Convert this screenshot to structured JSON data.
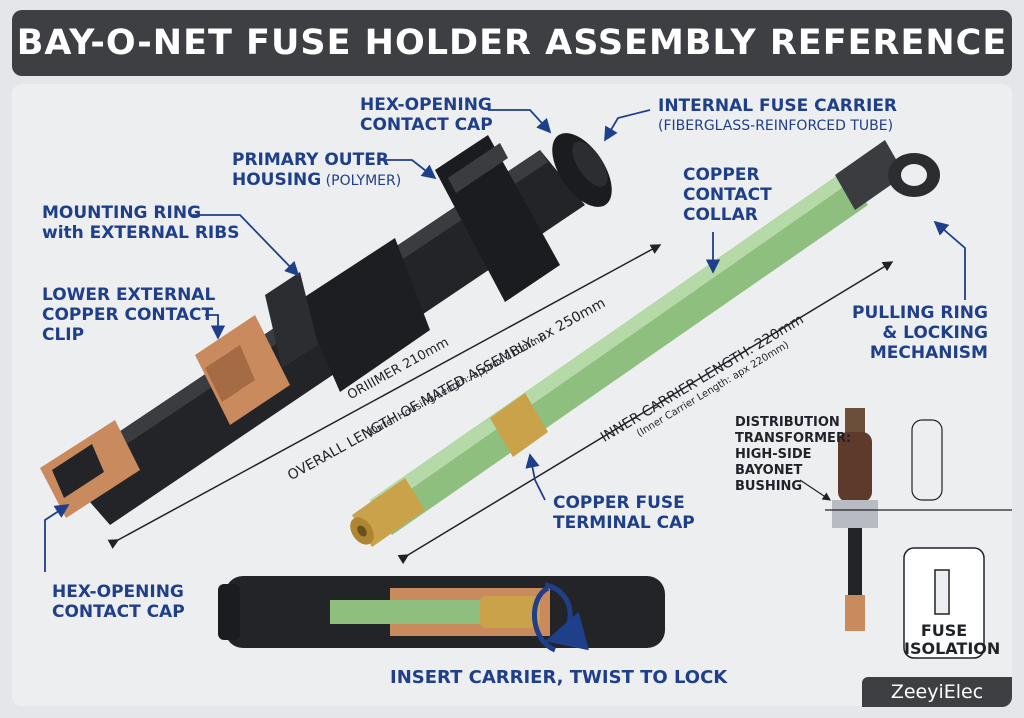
{
  "title": "BAY-O-NET FUSE HOLDER ASSEMBLY REFERENCE",
  "labels": {
    "hex_cap_top": [
      "HEX-OPENING",
      "CONTACT CAP"
    ],
    "fuse_carrier": [
      "INTERNAL FUSE CARRIER"
    ],
    "fuse_carrier_sub": "(FIBERGLASS-REINFORCED TUBE)",
    "outer_housing": [
      "PRIMARY OUTER",
      "HOUSING"
    ],
    "outer_housing_sub": " (POLYMER)",
    "mounting_ring": [
      "MOUNTING RING",
      "with EXTERNAL RIBS"
    ],
    "lower_clip": [
      "LOWER EXTERNAL",
      "COPPER CONTACT",
      "CLIP"
    ],
    "copper_collar": [
      "COPPER",
      "CONTACT",
      "COLLAR"
    ],
    "pulling_ring": [
      "PULLING RING",
      "& LOCKING",
      "MECHANISM"
    ],
    "terminal_cap": [
      "COPPER FUSE",
      "TERMINAL CAP"
    ],
    "hex_cap_bottom": [
      "HEX-OPENING",
      "CONTACT CAP"
    ],
    "transformer": [
      "DISTRIBUTION",
      "TRANSFORMER:",
      "HIGH-SIDE",
      "BAYONET",
      "BUSHING"
    ],
    "fuse_isolation": [
      "FUSE",
      "ISOLATION"
    ],
    "insert": "INSERT CARRIER, TWIST TO LOCK"
  },
  "dimensions": {
    "outer_a": "ORIIIMER 210mm",
    "outer_b": "OVERALL LENGTH OF MATED ASSEMBLY: ax 250mm",
    "outer_c": "(Outer Housing Length: approx 210mm)",
    "inner_a": "INNER CARRIER LENGTH: 220mm",
    "inner_b": "(Inner Carrier Length: apx 220mm)"
  },
  "watermark": "ZeeyiElec",
  "colors": {
    "label_blue": "#1f3f8a",
    "housing_black": "#232427",
    "copper": "#c98a5e",
    "brass": "#c9a24a",
    "carrier_green": "#8fbf7f",
    "title_bar": "#3d3f43"
  }
}
